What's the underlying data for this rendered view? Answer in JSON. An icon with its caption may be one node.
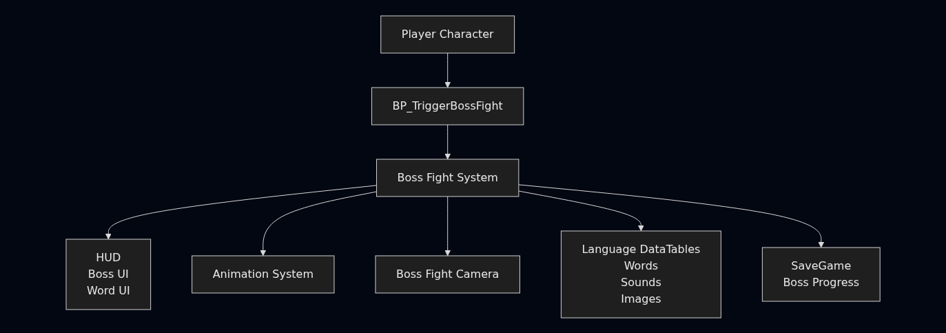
{
  "diagram": {
    "nodes": [
      {
        "text": [
          "Player Character"
        ]
      },
      {
        "text": [
          "BP_TriggerBossFight"
        ]
      },
      {
        "text": [
          "Boss Fight System"
        ]
      },
      {
        "text": [
          "HUD",
          "Boss UI",
          "Word UI"
        ]
      },
      {
        "text": [
          "Animation System"
        ]
      },
      {
        "text": [
          "Boss Fight Camera"
        ]
      },
      {
        "text": [
          "Language DataTables",
          "Words",
          "Sounds",
          "Images"
        ]
      },
      {
        "text": [
          "SaveGame",
          "Boss Progress"
        ]
      }
    ],
    "edges": [
      {
        "from": 0,
        "to": 1,
        "arrow": "to"
      },
      {
        "from": 1,
        "to": 2,
        "arrow": "to"
      },
      {
        "from": 2,
        "to": 3,
        "arrow": "to"
      },
      {
        "from": 2,
        "to": 4,
        "arrow": "to"
      },
      {
        "from": 2,
        "to": 5,
        "arrow": "to"
      },
      {
        "from": 2,
        "to": 6,
        "arrow": "to"
      },
      {
        "from": 2,
        "to": 7,
        "arrow": "to"
      }
    ]
  }
}
